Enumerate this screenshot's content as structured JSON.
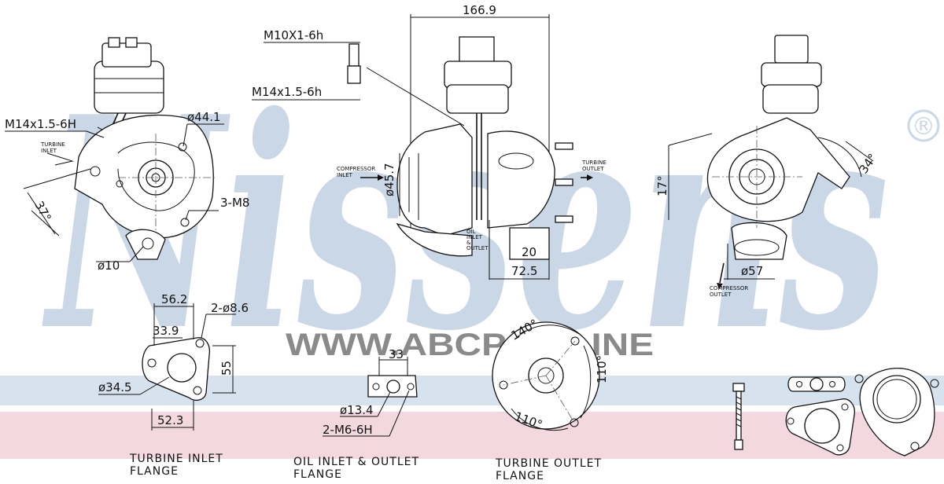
{
  "brand": {
    "watermark": "Nissens",
    "registered_mark": "®",
    "site": "WWW.ABCP.ONLINE",
    "colors": {
      "watermark_blue": "#c9d7e6",
      "band_pink": "#f3d9df",
      "band_blue": "#d6e2ee",
      "line": "#111111"
    }
  },
  "left_view": {
    "thread": "M14x1.5-6H",
    "diameter_top": "ø44.1",
    "turbine_inlet": [
      "TURBINE",
      "INLET"
    ],
    "angle": "37°",
    "bolts": "3-M8",
    "diameter_bottom": "ø10"
  },
  "center_view": {
    "width": "166.9",
    "thread_top": "M10X1-6h",
    "thread_mid": "M14x1.5-6h",
    "compressor_inlet": [
      "COMPRESSOR",
      "INLET"
    ],
    "diameter": "ø45.7",
    "turbine_outlet": [
      "TURBINE",
      "OUTLET"
    ],
    "oil": [
      "OIL",
      "INLET",
      "&",
      "OUTLET"
    ],
    "dim_20": "20",
    "dim_72": "72.5"
  },
  "right_view": {
    "dim_17": "17°",
    "dim_34": "34°",
    "diameter": "ø57",
    "compressor_outlet": [
      "COMPRESSOR",
      "OUTLET"
    ]
  },
  "turbine_inlet_flange": {
    "width_top": "56.2",
    "holes": "2-ø8.6",
    "offset": "33.9",
    "height": "55",
    "bore": "ø34.5",
    "width_bottom": "52.3",
    "caption": [
      "TURBINE  INLET",
      "FLANGE"
    ]
  },
  "oil_flange": {
    "spacing": "33",
    "bore": "ø13.4",
    "threads": "2-M6-6H",
    "caption": [
      "OIL  INLET  &  OUTLET",
      "FLANGE"
    ]
  },
  "turbine_outlet_flange": {
    "angle_top": "140°",
    "angle_right": "110°",
    "angle_bottom": "110°",
    "caption": [
      "TURBINE  OUTLET",
      "FLANGE"
    ]
  }
}
